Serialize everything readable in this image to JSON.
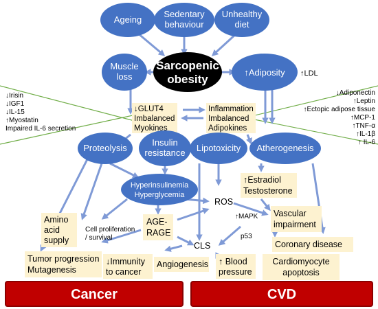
{
  "colors": {
    "ellipse": "#4472c4",
    "center": "#000000",
    "box": "#fdf2d0",
    "arrow": "#7f9ad6",
    "bar": "#c00000",
    "line": "#70ad47"
  },
  "causes": {
    "ageing": "Ageing",
    "sedentary_1": "Sedentary",
    "sedentary_2": "behaviour",
    "diet_1": "Unhealthy",
    "diet_2": "diet"
  },
  "core": {
    "muscle_1": "Muscle",
    "muscle_2": "loss",
    "center_1": "Sarcopenic",
    "center_2": "obesity",
    "adiposity": "↑Adiposity",
    "ldl": "↑LDL"
  },
  "left_markers": [
    "↓Irisin",
    "↓IGF1",
    "↓IL-15",
    "↑Myostatin",
    "Impaired IL-6 secretion"
  ],
  "right_markers": [
    "↓Adiponectin",
    "↑Leptin",
    "↑Ectopic adipose tissue",
    "↑MCP-1",
    "↑TNF-α",
    "↑IL-1β",
    "↑ IL-6"
  ],
  "mid_boxes": {
    "myokines": [
      "↓GLUT4",
      "Imbalanced",
      "Myokines"
    ],
    "adipokines": [
      "Inflammation",
      "Imbalanced",
      "Adipokines"
    ]
  },
  "mechanisms": {
    "proteolysis": "Proteolysis",
    "insulin_1": "Insulin",
    "insulin_2": "resistance",
    "lipotoxicity": "Lipotoxicity",
    "atherogenesis": "Atherogenesis",
    "hyper_1": "Hyperinsulinemia",
    "hyper_2": "Hyperglycemia"
  },
  "outcomes": {
    "ros": "ROS",
    "estradiol_1": "↑Estradiol",
    "estradiol_2": "Testosterone",
    "amino": [
      "Amino",
      "acid",
      "supply"
    ],
    "age_1": "AGE-",
    "age_2": "RAGE",
    "vascular_1": "Vascular",
    "vascular_2": "impairment",
    "coronary": "Coronary disease",
    "cls": "CLS",
    "mapk": "↑MAPK",
    "p53": "p53",
    "prolif_1": "Cell proliferation",
    "prolif_2": "/ survival",
    "tumor_1": "Tumor progression",
    "tumor_2": "Mutagenesis",
    "immunity_1": "↓Immunity",
    "immunity_2": "to cancer",
    "angiogenesis": "Angiogenesis",
    "bp_1": "↑ Blood",
    "bp_2": "pressure",
    "cardio_1": "Cardiomyocyte",
    "cardio_2": "apoptosis"
  },
  "endpoints": {
    "cancer": "Cancer",
    "cvd": "CVD"
  }
}
